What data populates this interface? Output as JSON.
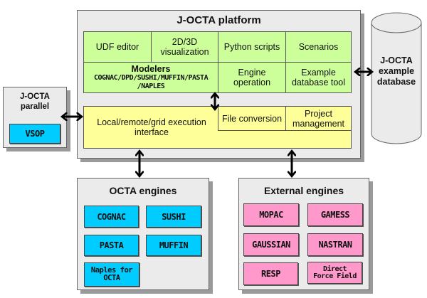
{
  "platform": {
    "title": "J-OCTA platform",
    "tools": {
      "udf_editor": "UDF editor",
      "visualization": "2D/3D visualization",
      "python_scripts": "Python scripts",
      "scenarios": "Scenarios",
      "modelers_title": "Modelers",
      "modelers_list": "COGNAC/DPD/SUSHI/MUFFIN/PASTA /NAPLES",
      "engine_operation": "Engine operation",
      "example_db_tool": "Example database tool"
    },
    "interface": {
      "execution": "Local/remote/grid execution interface",
      "file_conversion": "File conversion",
      "project_management": "Project management"
    }
  },
  "parallel": {
    "title": "J-OCTA parallel",
    "items": [
      "VSOP"
    ]
  },
  "database": {
    "title_line1": "J-OCTA",
    "title_line2": "example database"
  },
  "octa_engines": {
    "title": "OCTA engines",
    "items": [
      "COGNAC",
      "SUSHI",
      "PASTA",
      "MUFFIN",
      "Naples for OCTA"
    ]
  },
  "external_engines": {
    "title": "External engines",
    "items": [
      "MOPAC",
      "GAMESS",
      "GAUSSIAN",
      "NASTRAN",
      "RESP",
      "Direct Force Field"
    ]
  },
  "colors": {
    "tools": "#ccff99",
    "interface": "#ffff99",
    "octa": "#00ccff",
    "external": "#ff99cc",
    "panel": "#ebebeb"
  }
}
